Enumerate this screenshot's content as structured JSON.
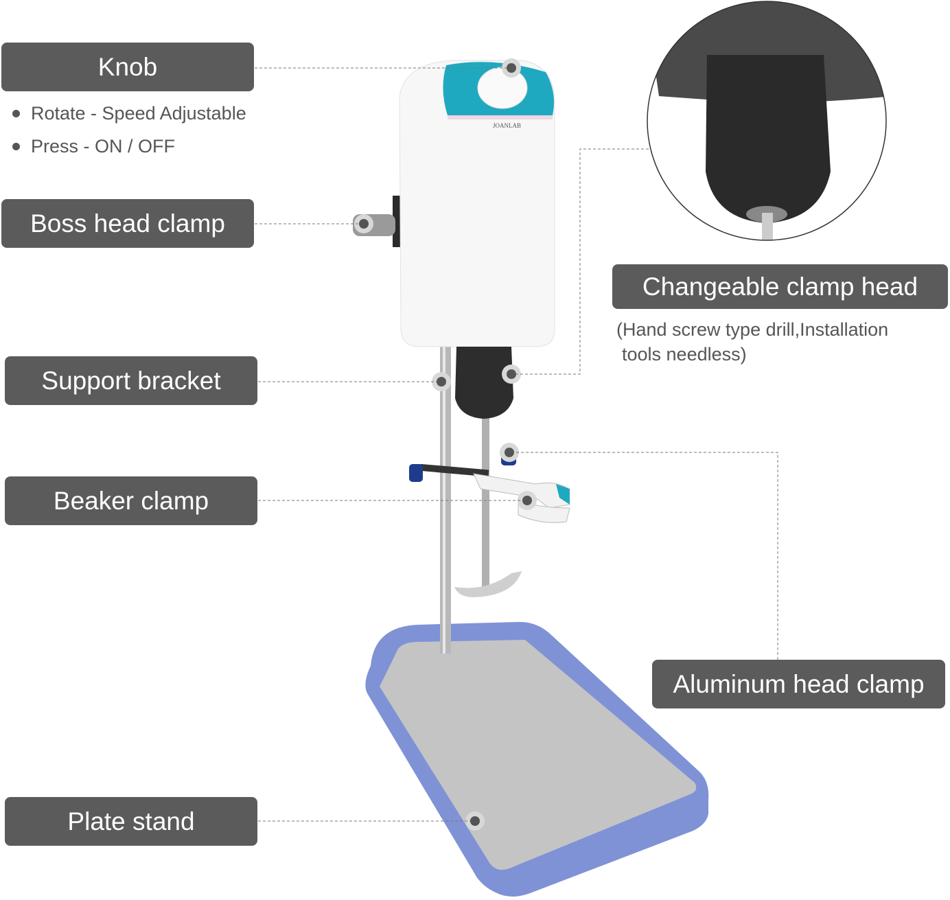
{
  "labels": {
    "knob": "Knob",
    "boss_head_clamp": "Boss head clamp",
    "support_bracket": "Support bracket",
    "beaker_clamp": "Beaker clamp",
    "plate_stand": "Plate stand",
    "changeable_clamp_head": "Changeable clamp head",
    "aluminum_head_clamp": "Aluminum head clamp"
  },
  "knob_features": [
    "Rotate - Speed Adjustable",
    "Press - ON / OFF"
  ],
  "clamp_head_note": [
    "(Hand screw type drill,Installation",
    "tools needless)"
  ],
  "logo_text": "JOANLAB",
  "colors": {
    "label_bg": "#5b5b5b",
    "teal": "#1fa9c0",
    "base_blue": "#7f92d6",
    "plate_gray": "#c4c4c4"
  }
}
